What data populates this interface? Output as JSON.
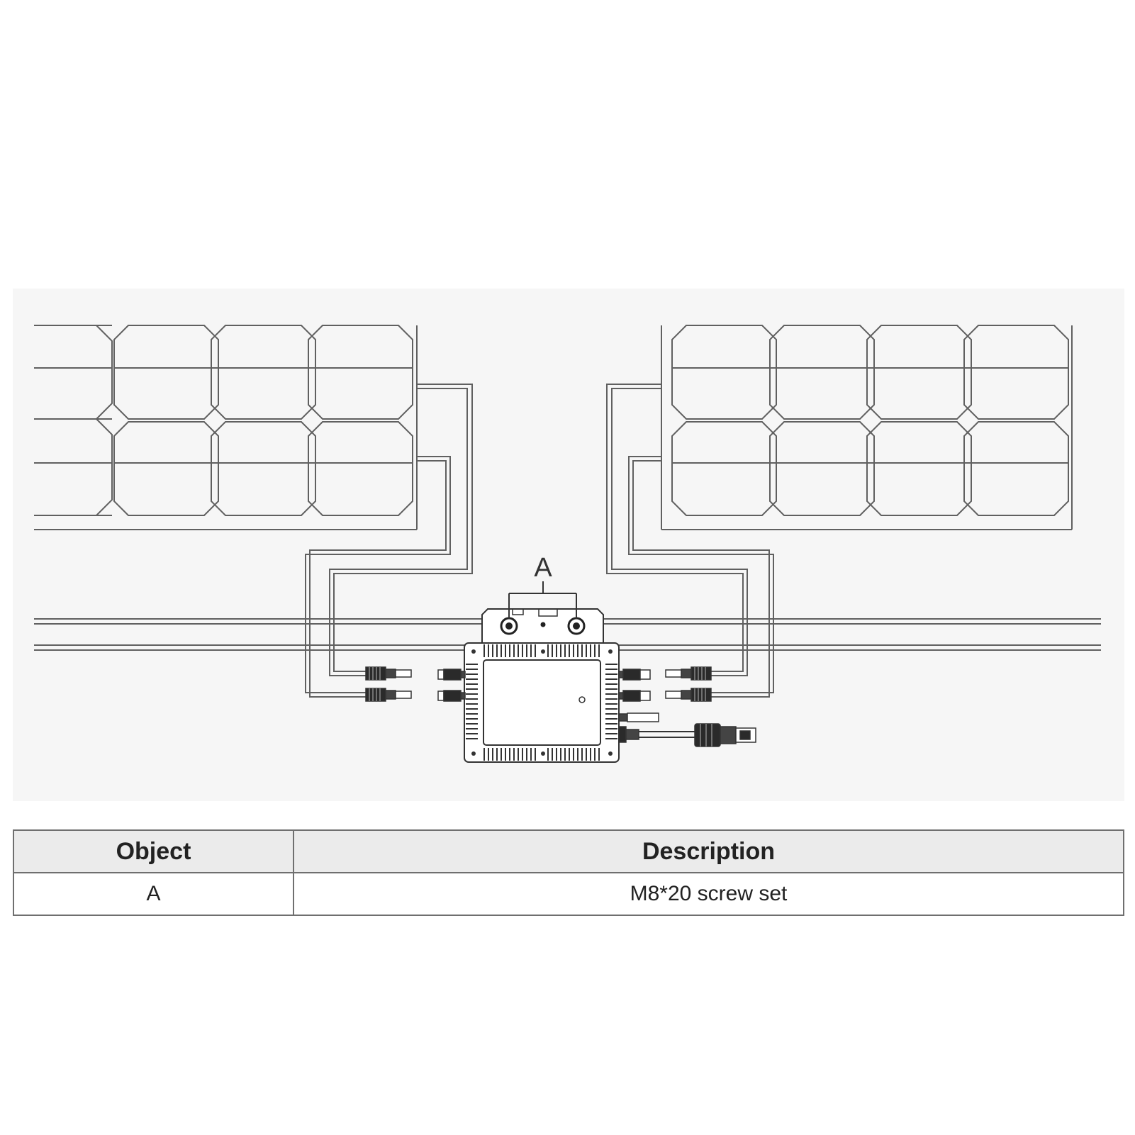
{
  "diagram": {
    "callout_label": "A"
  },
  "table": {
    "headers": {
      "object": "Object",
      "description": "Description"
    },
    "rows": [
      {
        "object": "A",
        "description": "M8*20 screw set"
      }
    ]
  },
  "colors": {
    "line": "#555555",
    "panel_bg": "#f6f6f6",
    "header_bg": "#ebebeb",
    "border": "#6f6f6f"
  }
}
